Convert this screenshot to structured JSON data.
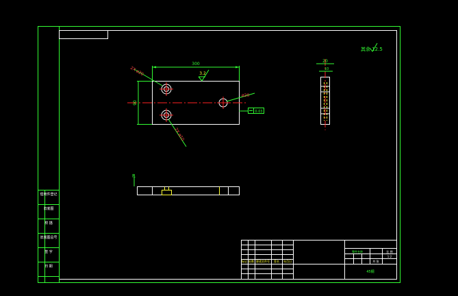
{
  "drawing": {
    "colors": {
      "background": "#000000",
      "border": "#33ff33",
      "outline": "#ffffff",
      "centerline": "#ff2222",
      "dimension": "#33ff33",
      "hidden": "#ffff33",
      "note": "#33ff33"
    },
    "front_view": {
      "dim_width": "300",
      "dim_height": "90",
      "hole_label_a": "2X ø20",
      "hole_label_b": "2X ø10",
      "hole_label_c": "ø20",
      "roughness": "3.2",
      "tolerance_box": "0.03"
    },
    "side_view": {
      "dim_top": "20",
      "dim_sub": "10"
    },
    "section_marker": "R",
    "roughness_note": "其余 12.5",
    "left_block": {
      "rows": [
        "借用件登记",
        "旧底图",
        "校 描",
        "旧底图总号",
        "签 字",
        "日 期"
      ]
    },
    "title_block": {
      "labels": [
        "标记",
        "处数",
        "分区",
        "更改文件号",
        "签名",
        "年月日"
      ],
      "scale_label": "比 例",
      "scale_value": "1:2",
      "sheet_label": "共 张",
      "part_name": "零件名称",
      "material": "45钢"
    }
  }
}
